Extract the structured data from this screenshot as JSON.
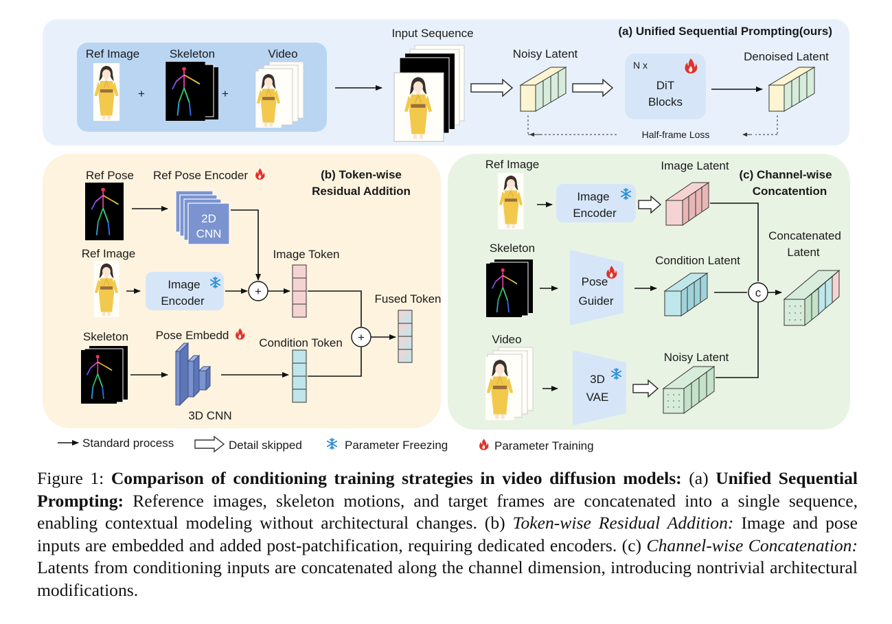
{
  "panel_a": {
    "title": "(a) Unified Sequential Prompting(ours)",
    "ref_image": "Ref Image",
    "skeleton": "Skeleton",
    "video": "Video",
    "plus": "+",
    "input_sequence": "Input Sequence",
    "noisy_latent": "Noisy Latent",
    "nx": "N x",
    "dit_line1": "DiT",
    "dit_line2": "Blocks",
    "denoised_latent": "Denoised Latent",
    "half_frame_loss": "Half-frame Loss"
  },
  "panel_b": {
    "title_line1": "(b) Token-wise",
    "title_line2": "Residual Addition",
    "ref_pose": "Ref Pose",
    "ref_pose_encoder": "Ref Pose Encoder",
    "cnn2d_line1": "2D",
    "cnn2d_line2": "CNN",
    "ref_image": "Ref Image",
    "image_encoder_line1": "Image",
    "image_encoder_line2": "Encoder",
    "image_token": "Image Token",
    "plus": "+",
    "fused_token": "Fused Token",
    "skeleton": "Skeleton",
    "pose_embedd": "Pose Embedd",
    "condition_token": "Condition Token",
    "cnn3d": "3D CNN"
  },
  "panel_c": {
    "title_line1": "(c) Channel-wise",
    "title_line2": "Concatention",
    "ref_image": "Ref Image",
    "image_latent": "Image Latent",
    "image_encoder_line1": "Image",
    "image_encoder_line2": "Encoder",
    "skeleton": "Skeleton",
    "pose_guider_line1": "Pose",
    "pose_guider_line2": "Guider",
    "condition_latent": "Condition Latent",
    "concat_symbol": "c",
    "concatenated_line1": "Concatenated",
    "concatenated_line2": "Latent",
    "video": "Video",
    "vae_line1": "3D",
    "vae_line2": "VAE",
    "noisy_latent": "Noisy Latent"
  },
  "legend": {
    "standard": "Standard process",
    "skipped": "Detail skipped",
    "freezing": "Parameter Freezing",
    "training": "Parameter Training"
  },
  "caption": {
    "fig": "Figure 1:",
    "bold1": "Comparison of conditioning training strategies in video diffusion models:",
    "a": "(a)",
    "bold2": "Unified Sequential Prompting:",
    "t1": "Reference images, skeleton motions, and target frames are concatenated into a single sequence, enabling contextual modeling without architectural changes. (b)",
    "i1": "Token-wise Residual Addition:",
    "t2": "Image and pose inputs are embedded and added post-patchification, requiring dedicated encoders. (c)",
    "i2": "Channel-wise Concatenation:",
    "t3": "Latents from conditioning inputs are concatenated along the channel dimension, introducing nontrivial architectural modifications."
  },
  "colors": {
    "panel_a_bg": "#e8f1fb",
    "panel_b_bg": "#fdf3df",
    "panel_c_bg": "#e9f3e4",
    "encoder_box": "#d6e6f8",
    "cnn_blue": "#7b93cf",
    "flame": "#e0322b",
    "snow": "#2b8fd6",
    "latent_yellow": "#fdf5d2",
    "latent_green": "#d7ecdb",
    "latent_pink": "#f6d3d3",
    "latent_cyan": "#bfe6ea"
  }
}
